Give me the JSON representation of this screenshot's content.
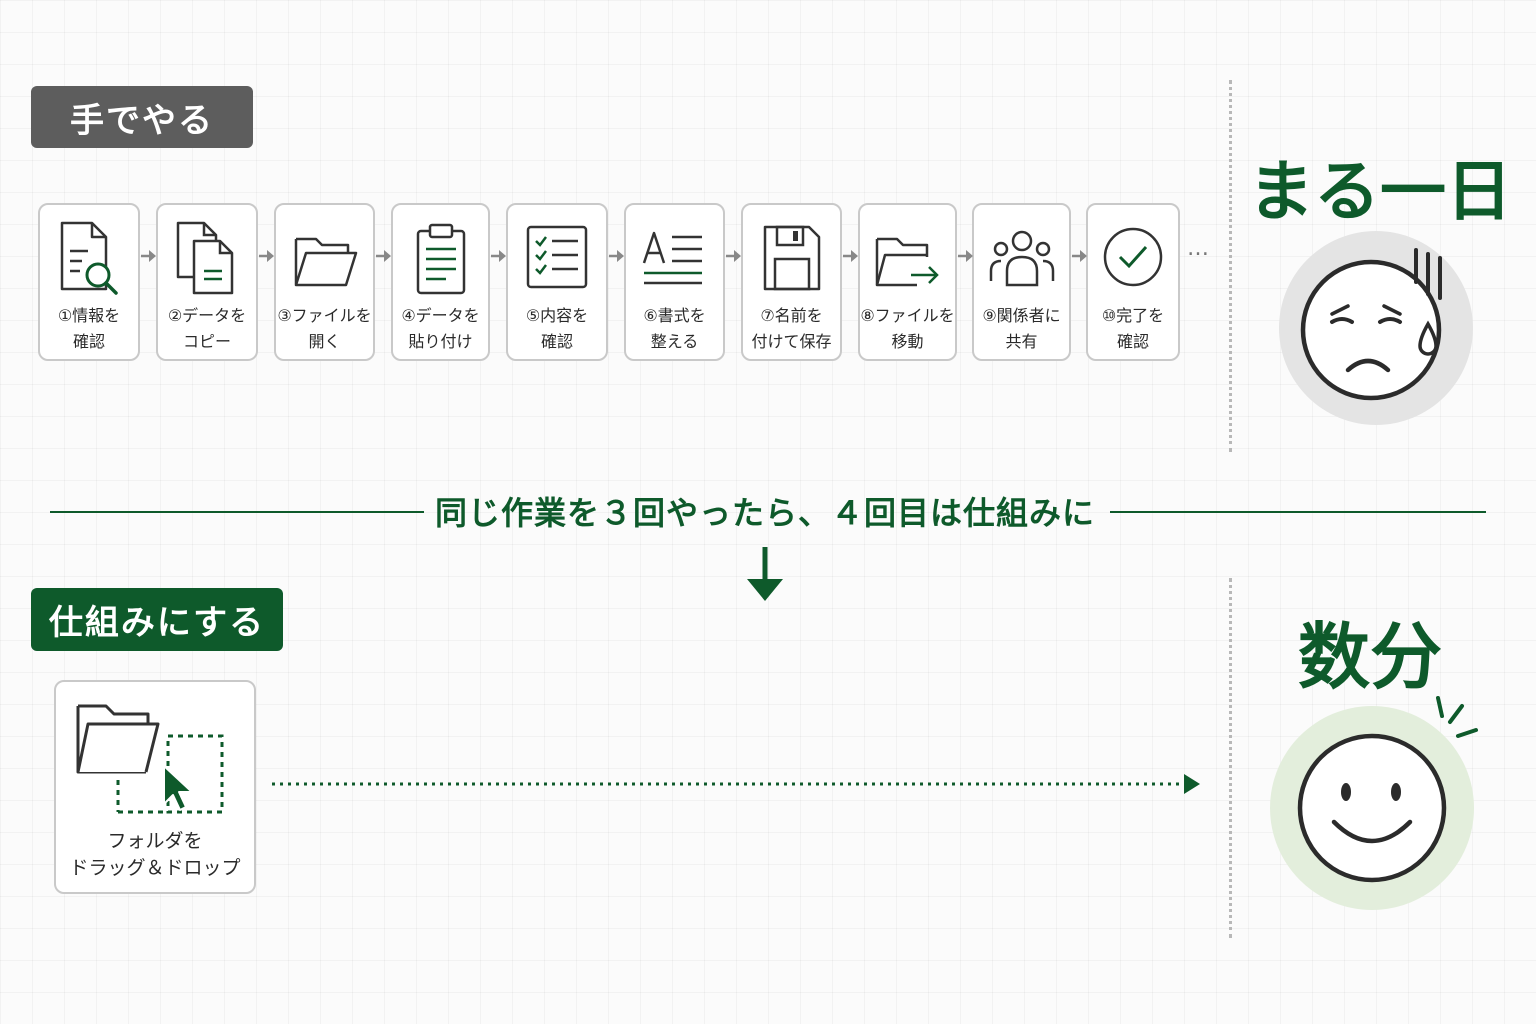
{
  "manual": {
    "label": "手でやる",
    "steps": [
      {
        "line1": "①情報を",
        "line2": "確認",
        "icon": "document-search-icon"
      },
      {
        "line1": "②データを",
        "line2": "コピー",
        "icon": "copy-documents-icon"
      },
      {
        "line1": "③ファイルを",
        "line2": "開く",
        "icon": "open-folder-icon"
      },
      {
        "line1": "④データを",
        "line2": "貼り付け",
        "icon": "clipboard-icon"
      },
      {
        "line1": "⑤内容を",
        "line2": "確認",
        "icon": "checklist-icon"
      },
      {
        "line1": "⑥書式を",
        "line2": "整える",
        "icon": "text-format-icon"
      },
      {
        "line1": "⑦名前を",
        "line2": "付けて保存",
        "icon": "save-icon"
      },
      {
        "line1": "⑧ファイルを",
        "line2": "移動",
        "icon": "move-folder-icon"
      },
      {
        "line1": "⑨関係者に",
        "line2": "共有",
        "icon": "people-icon"
      },
      {
        "line1": "⑩完了を",
        "line2": "確認",
        "icon": "check-circle-icon"
      }
    ],
    "ellipsis": "…",
    "result": "まる一日",
    "face_icon": "sad-sweat-face-icon"
  },
  "message": "同じ作業を３回やったら、４回目は仕組みに",
  "auto": {
    "label": "仕組みにする",
    "card": {
      "line1": "フォルダを",
      "line2": "ドラッグ＆ドロップ",
      "icon": "folder-drag-drop-icon"
    },
    "result": "数分",
    "face_icon": "happy-face-icon"
  },
  "colors": {
    "accent_green": "#0e5a2b",
    "manual_gray": "#5d5d5d",
    "light_green_circle": "#e3eedc",
    "light_gray_circle": "#e4e4e4"
  }
}
